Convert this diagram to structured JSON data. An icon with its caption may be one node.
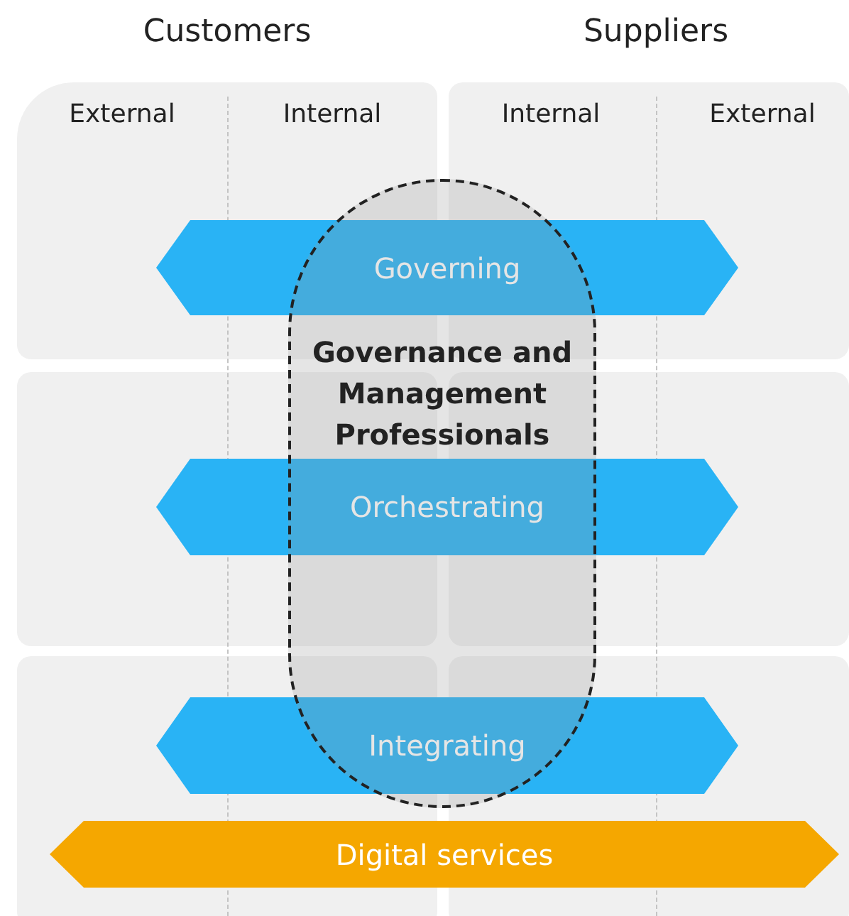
{
  "diagram": {
    "nodes": [
      {
        "text": [
          "Governance and Management Professionals"
        ]
      },
      {
        "text": [
          "Governing"
        ]
      },
      {
        "text": [
          "Orchestrating"
        ]
      },
      {
        "text": [
          "Integrating"
        ]
      },
      {
        "text": [
          "Digital services"
        ]
      }
    ],
    "labels": [
      "Customers",
      "Suppliers",
      "External",
      "Internal",
      "Internal",
      "External"
    ]
  }
}
